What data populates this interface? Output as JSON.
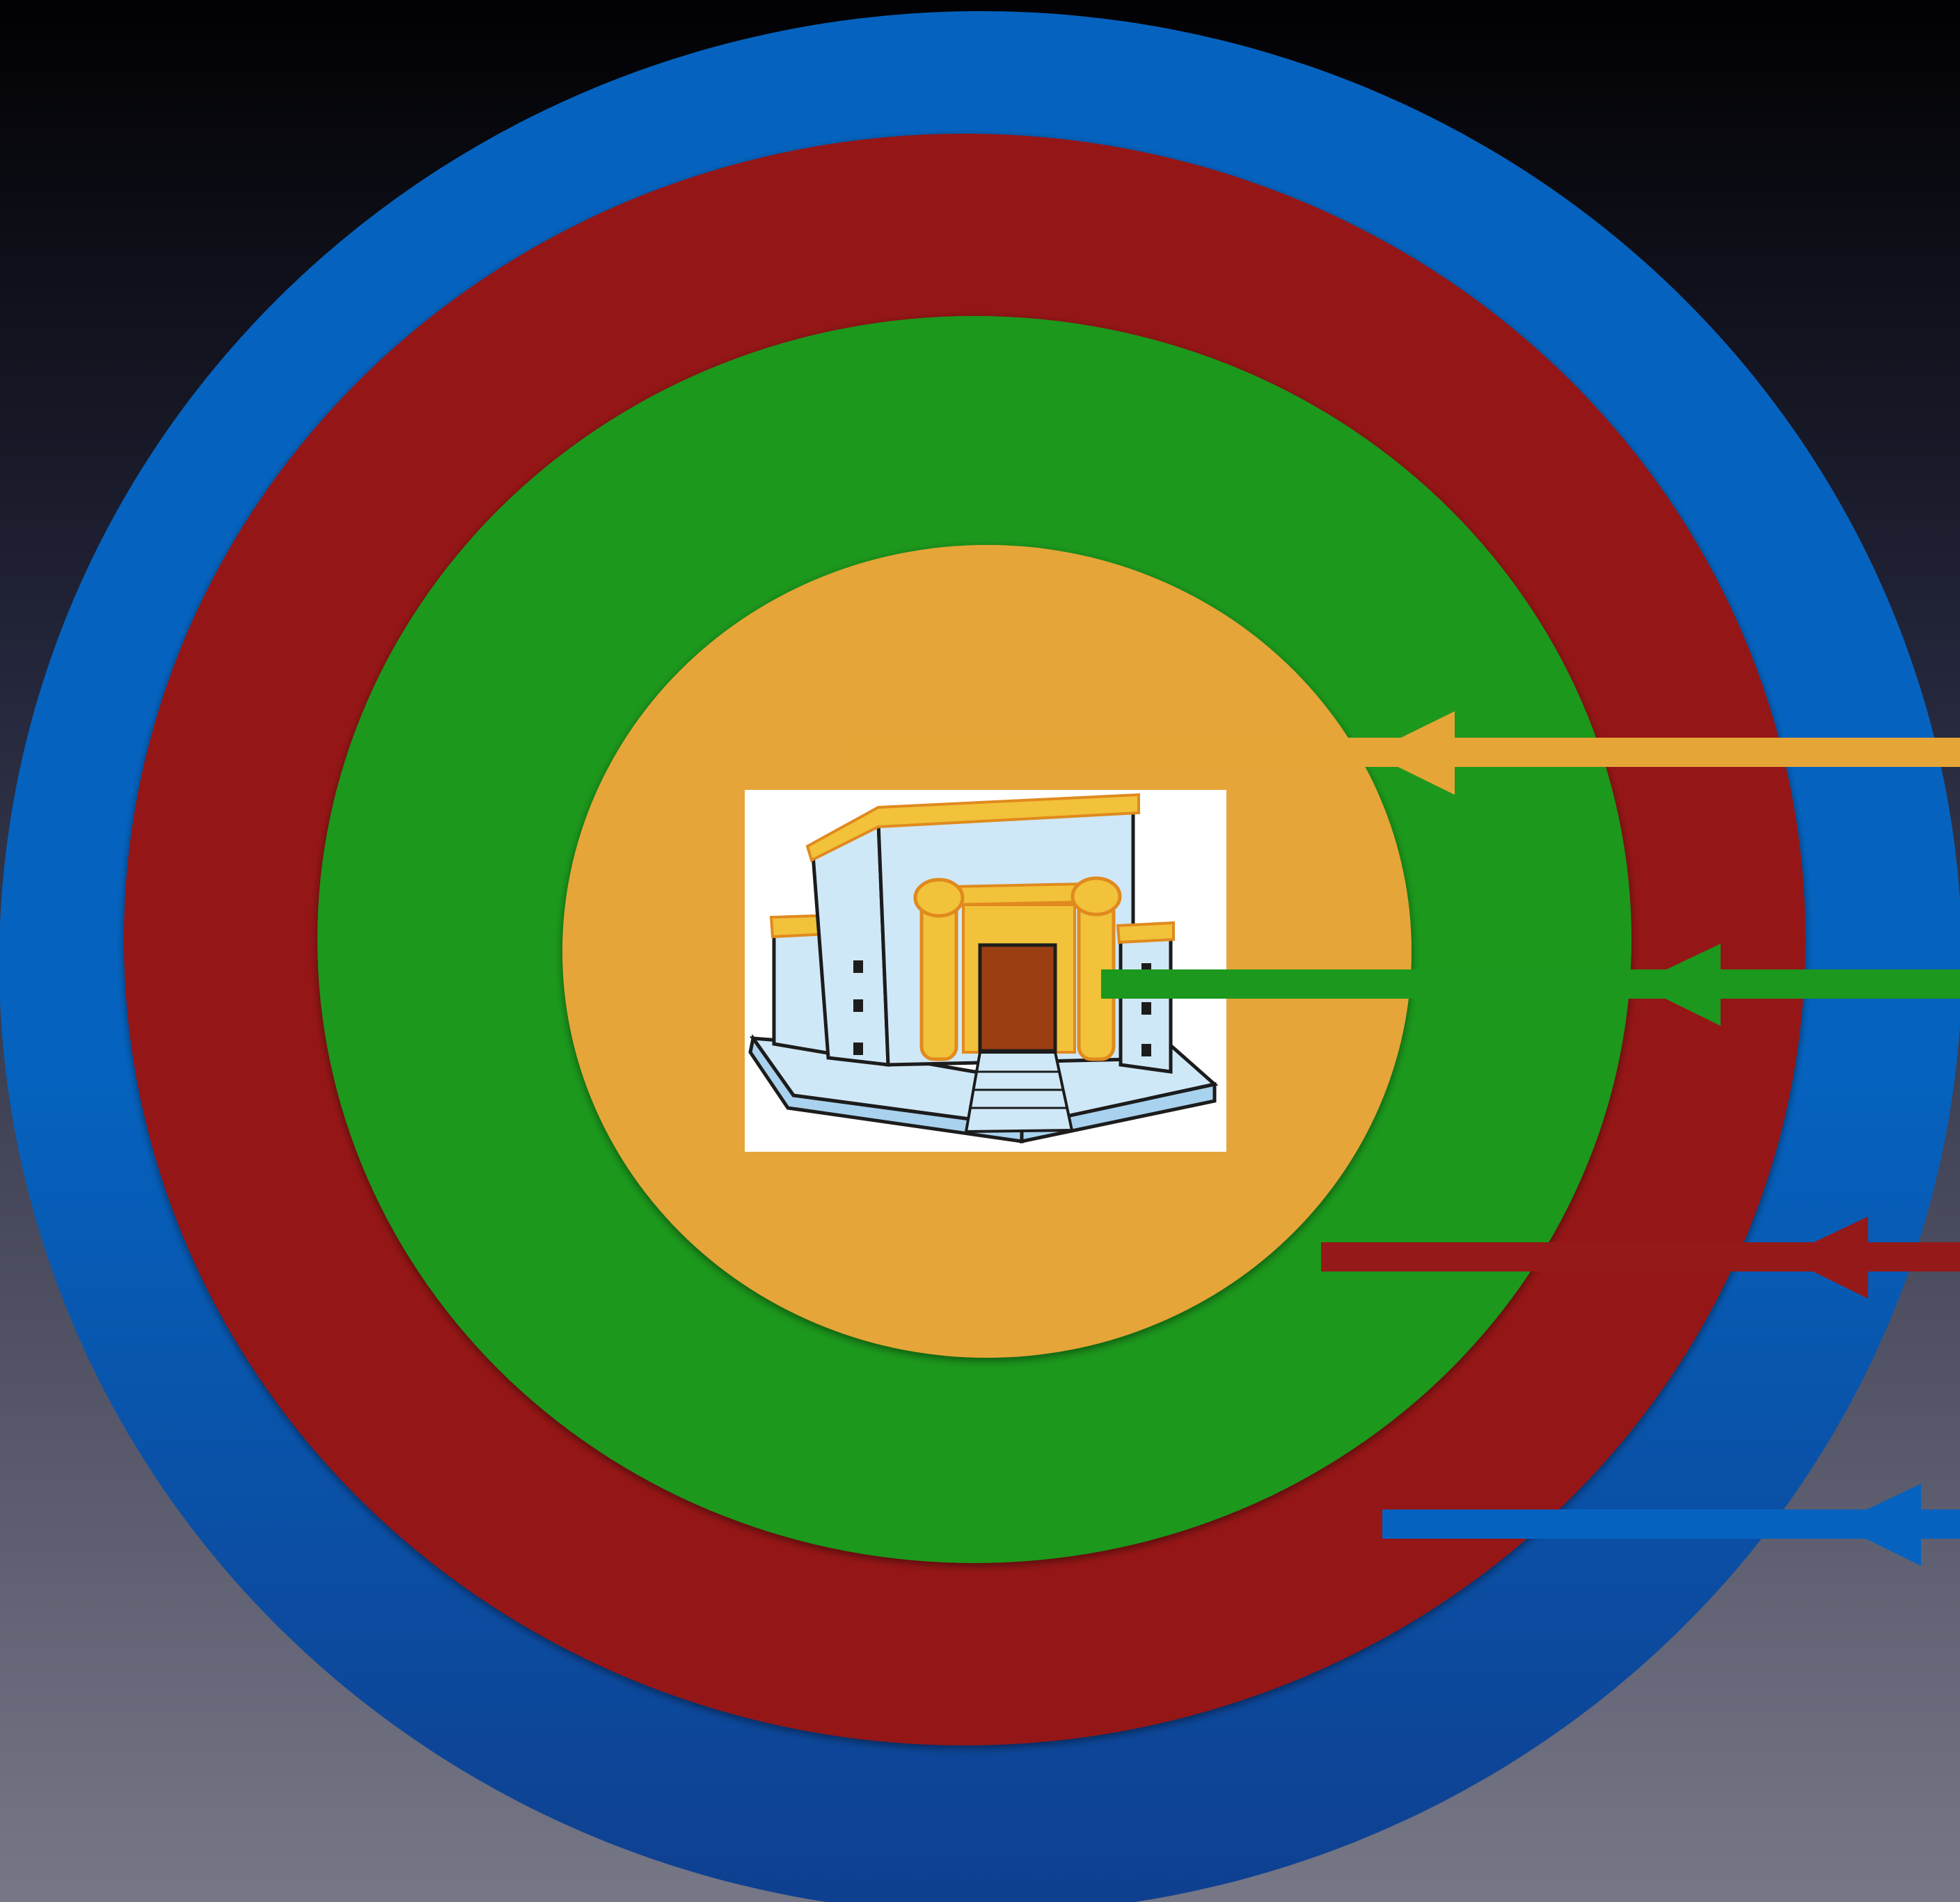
{
  "background": {
    "top_color": "#010103",
    "mid_color": "#23253a",
    "bottom_color": "#767787"
  },
  "rings": [
    {
      "name": "outer-blue-ring",
      "color": "#0563bf",
      "dark_color": "#0f3f8f"
    },
    {
      "name": "red-ring",
      "color": "#951919"
    },
    {
      "name": "green-ring",
      "color": "#1b981d"
    },
    {
      "name": "orange-ring",
      "color": "#e6a537"
    }
  ],
  "arrows": [
    {
      "name": "orange-arrow",
      "color": "#e6a537",
      "points_to": "orange-ring"
    },
    {
      "name": "green-arrow",
      "color": "#1b981d",
      "points_to": "green-ring"
    },
    {
      "name": "red-arrow",
      "color": "#951919",
      "points_to": "red-ring"
    },
    {
      "name": "blue-arrow",
      "color": "#0563bf",
      "points_to": "outer-blue-ring"
    }
  ],
  "center_image": {
    "subject": "temple-illustration",
    "colors": {
      "frame": "#ffffff",
      "wall": "#cfe8f8",
      "wall_shade": "#a9d2ee",
      "gold": "#f2c23a",
      "gold_dark": "#e08a1e",
      "door": "#9b3f12",
      "outline": "#1c1c1c",
      "window": "#1c1c1c"
    }
  }
}
